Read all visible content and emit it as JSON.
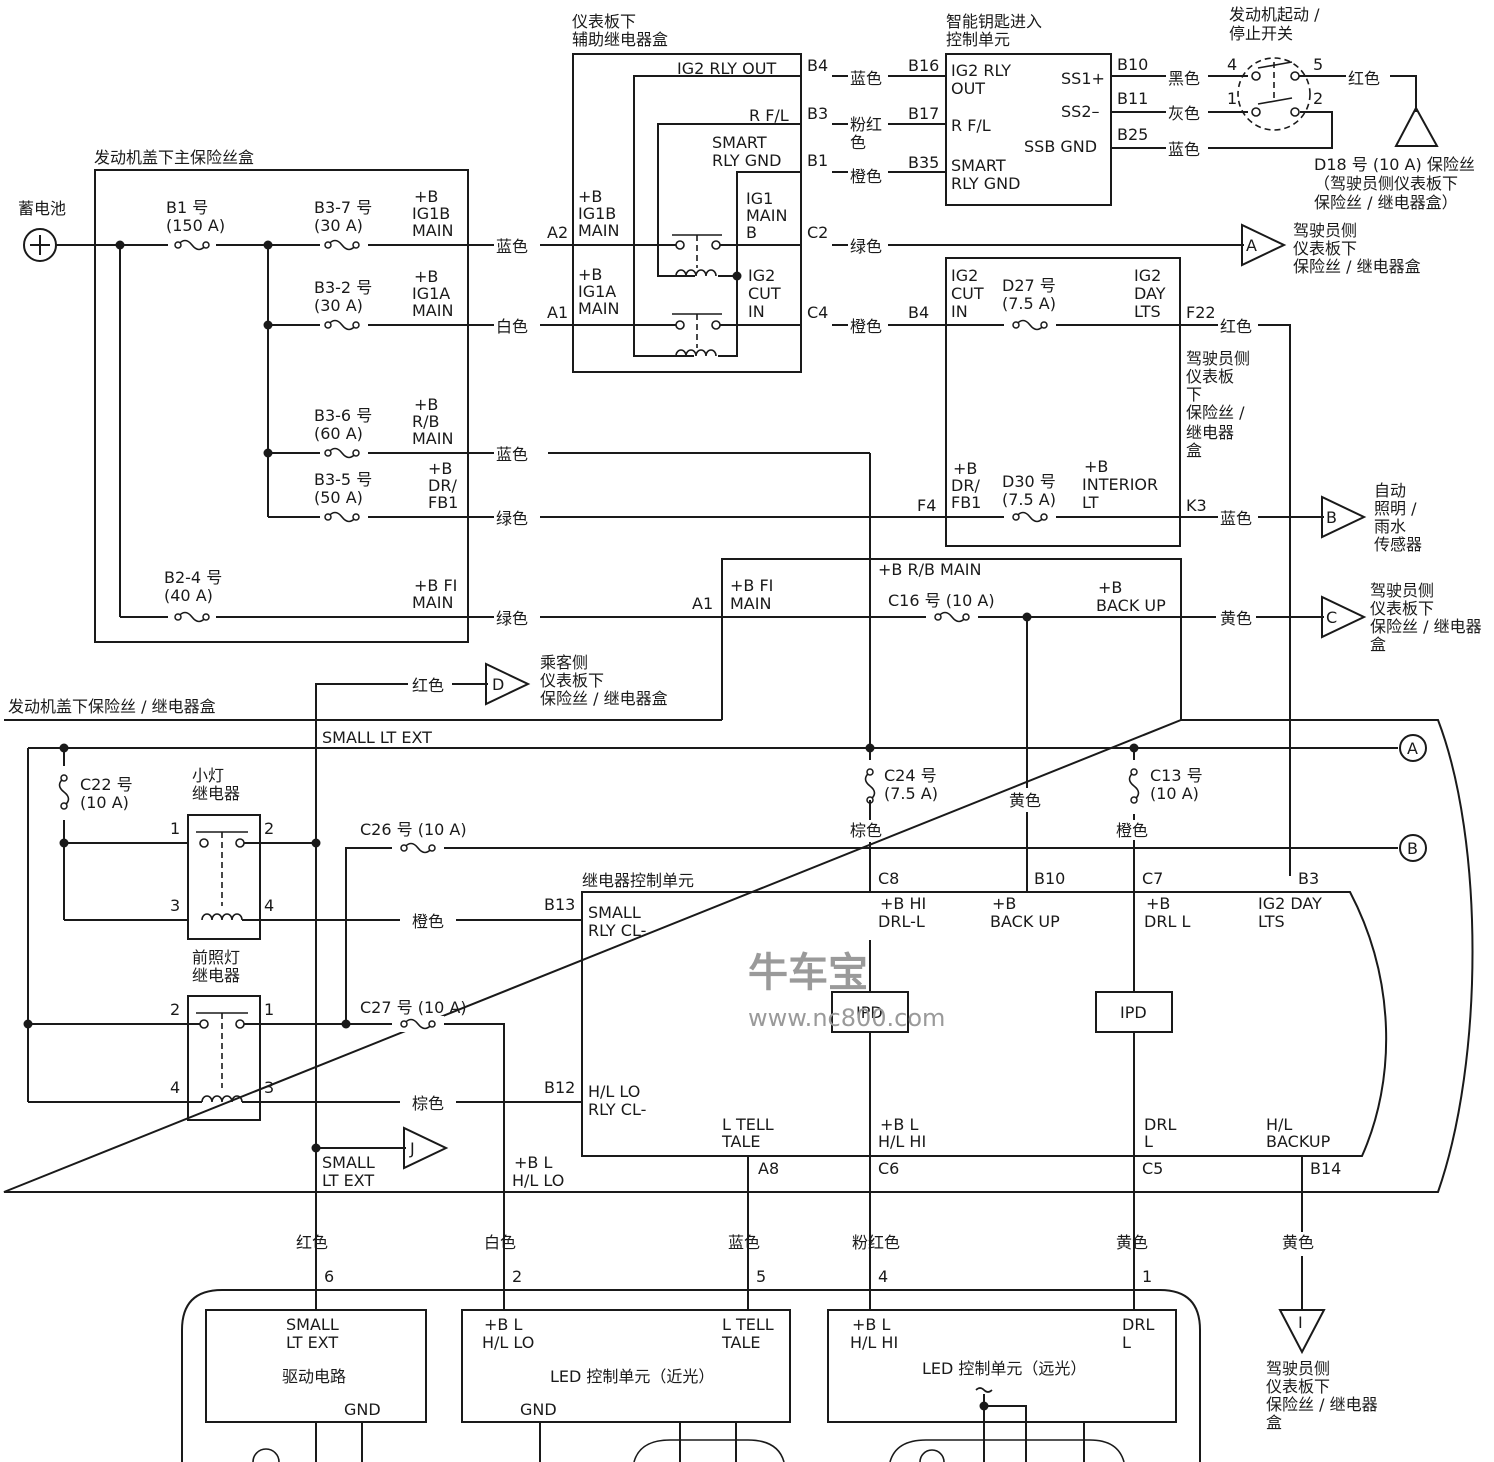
{
  "blocks": {
    "underhood_main_fuse_box": "发动机盖下主保险丝盒",
    "underhood_fuse_relay_box": "发动机盖下保险丝 / 继电器盒",
    "aux_relay_box": [
      "仪表板下",
      "辅助继电器盒"
    ],
    "keyless_unit": [
      "智能钥匙进入",
      "控制单元"
    ],
    "start_stop_switch": [
      "发动机起动 /",
      "停止开关"
    ],
    "driver_fuse_box_label": [
      "驾驶员侧",
      "仪表板",
      "下",
      "保险丝 /",
      "继电器",
      "盒"
    ],
    "relay_control_unit": "继电器控制单元",
    "battery": "蓄电池"
  },
  "fuses": {
    "b1": [
      "B1 号",
      "(150 A)"
    ],
    "b3_7": [
      "B3-7 号",
      "(30 A)"
    ],
    "b3_2": [
      "B3-2 号",
      "(30 A)"
    ],
    "b3_6": [
      "B3-6 号",
      "(60 A)"
    ],
    "b3_5": [
      "B3-5 号",
      "(50 A)"
    ],
    "b2_4": [
      "B2-4 号",
      "(40 A)"
    ],
    "d27": [
      "D27 号",
      "(7.5 A)"
    ],
    "d30": [
      "D30 号",
      "(7.5 A)"
    ],
    "c16": "C16 号 (10 A)",
    "c22": [
      "C22 号",
      "(10 A)"
    ],
    "c24": [
      "C24 号",
      "(7.5 A)"
    ],
    "c13": [
      "C13 号",
      "(10 A)"
    ],
    "c26": "C26 号 (10 A)",
    "c27": "C27 号 (10 A)",
    "d18": [
      "D18 号 (10 A) 保险丝",
      "（驾驶员侧仪表板下",
      "保险丝 / 继电器盒）"
    ]
  },
  "terminals_main": {
    "ig1b": [
      "+B",
      "IG1B",
      "MAIN"
    ],
    "ig1a": [
      "+B",
      "IG1A",
      "MAIN"
    ],
    "rb": [
      "+B",
      "R/B",
      "MAIN"
    ],
    "drfb": [
      "+B",
      "DR/",
      "FB1"
    ],
    "fi": [
      "+B FI",
      "MAIN"
    ]
  },
  "aux_box": {
    "ig2_rly_out": "IG2 RLY OUT",
    "rfl": "R F/L",
    "smart_rly_gnd": [
      "SMART",
      "RLY GND"
    ],
    "ig1b_in": [
      "+B",
      "IG1B",
      "MAIN"
    ],
    "ig1a_in": [
      "+B",
      "IG1A",
      "MAIN"
    ],
    "ig1_main_b": [
      "IG1",
      "MAIN",
      "B"
    ],
    "ig2_cut_in": [
      "IG2",
      "CUT",
      "IN"
    ],
    "pins": {
      "b4": "B4",
      "b3": "B3",
      "b1": "B1",
      "a2": "A2",
      "a1": "A1",
      "c2": "C2",
      "c4": "C4"
    }
  },
  "keyless": {
    "ig2_rly_out": [
      "IG2 RLY",
      "OUT"
    ],
    "rfl": "R F/L",
    "smart_rly_gnd": [
      "SMART",
      "RLY GND"
    ],
    "ss1": "SS1+",
    "ss2": "SS2–",
    "ssb_gnd": "SSB GND",
    "pins": {
      "b16": "B16",
      "b17": "B17",
      "b35": "B35",
      "b10": "B10",
      "b11": "B11",
      "b25": "B25"
    }
  },
  "switch_pins": {
    "p4": "4",
    "p5": "5",
    "p1": "1",
    "p2": "2"
  },
  "driver_box": {
    "ig2_cut_in": [
      "IG2",
      "CUT",
      "IN"
    ],
    "ig2_day_lts": [
      "IG2",
      "DAY",
      "LTS"
    ],
    "drfb1": [
      "+B",
      "DR/",
      "FB1"
    ],
    "interior_lt": [
      "+B",
      "INTERIOR",
      "LT"
    ],
    "pins": {
      "b4": "B4",
      "f22": "F22",
      "f4": "F4",
      "k3": "K3"
    }
  },
  "rb_main_box": {
    "title": "+B R/B MAIN",
    "fi_main": [
      "+B FI",
      "MAIN"
    ],
    "back_up": [
      "+B",
      "BACK UP"
    ],
    "pin_a1": "A1"
  },
  "wire_colors": {
    "blue": "蓝色",
    "white": "白色",
    "green": "绿色",
    "pink_red": "粉红色",
    "pink_red_wrapped": [
      "粉红",
      "色"
    ],
    "brown": "橙色",
    "black": "黑色",
    "gray": "灰色",
    "red": "红色",
    "yellow": "黄色",
    "tan": "棕色"
  },
  "connectors": {
    "a": {
      "letter": "A",
      "text": [
        "驾驶员侧",
        "仪表板下",
        "保险丝 / 继电器盒"
      ]
    },
    "b": {
      "letter": "B",
      "text": [
        "自动",
        "照明 /",
        "雨水",
        "传感器"
      ]
    },
    "c": {
      "letter": "C",
      "text": [
        "驾驶员侧",
        "仪表板下",
        "保险丝 / 继电器",
        "盒"
      ]
    },
    "d": {
      "letter": "D",
      "text": [
        "乘客侧",
        "仪表板下",
        "保险丝 / 继电器盒"
      ]
    },
    "i": {
      "letter": "I",
      "text": [
        "驾驶员侧",
        "仪表板下",
        "保险丝 / 继电器",
        "盒"
      ]
    },
    "j": {
      "letter": "J"
    },
    "circle_a": "A",
    "circle_b": "B"
  },
  "relays": {
    "small_light": [
      "小灯",
      "继电器"
    ],
    "headlight": [
      "前照灯",
      "继电器"
    ],
    "pins": {
      "p1": "1",
      "p2": "2",
      "p3": "3",
      "p4": "4"
    }
  },
  "lower": {
    "small_lt_ext": "SMALL LT EXT",
    "small_lt_ext_2": [
      "SMALL",
      "LT EXT"
    ],
    "bl_hl_lo": [
      "+B L",
      "H/L LO"
    ],
    "relay_unit": {
      "b13": "B13",
      "b12": "B12",
      "small_rly": [
        "SMALL",
        "RLY CL-"
      ],
      "hl_lo_rly": [
        "H/L LO",
        "RLY CL-"
      ],
      "c8": "C8",
      "b10": "B10",
      "c7": "C7",
      "b3": "B3",
      "b_hi_drl": [
        "+B HI",
        "DRL-L"
      ],
      "b_back_up": [
        "+B",
        "BACK UP"
      ],
      "b_drl_l": [
        "+B",
        "DRL L"
      ],
      "ig2_day_lts": [
        "IG2 DAY",
        "LTS"
      ],
      "ipd": "IPD",
      "l_tell_tale": [
        "L TELL",
        "TALE"
      ],
      "bl_hl_hi": [
        "+B L",
        "H/L HI"
      ],
      "drl_l": [
        "DRL",
        "L"
      ],
      "hl_backup": [
        "H/L",
        "BACKUP"
      ],
      "a8": "A8",
      "c6": "C6",
      "c5": "C5",
      "b14": "B14"
    },
    "pin_numbers": {
      "p6": "6",
      "p2": "2",
      "p5": "5",
      "p4": "4",
      "p1": "1"
    },
    "drive_circuit": [
      "SMALL",
      "LT EXT",
      "驱动电路",
      "GND"
    ],
    "led_low": [
      "+B L",
      "H/L LO",
      "L TELL",
      "TALE",
      "LED 控制单元（近光）",
      "GND"
    ],
    "led_high": [
      "+B L",
      "H/L HI",
      "DRL",
      "L",
      "LED 控制单元（远光）"
    ]
  },
  "watermark": {
    "brand": "牛车宝",
    "url": "www.nc800.com"
  }
}
